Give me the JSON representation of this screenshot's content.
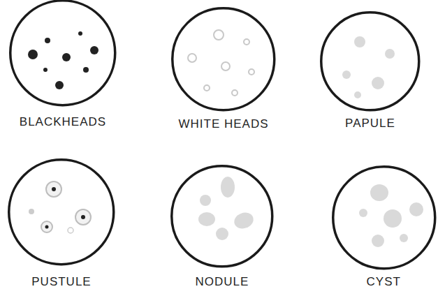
{
  "diagram": {
    "nodes": [
      {
        "text": [
          "BLACKHEADS"
        ]
      },
      {
        "text": [
          "WHITE HEADS"
        ]
      },
      {
        "text": [
          "PAPULE"
        ]
      },
      {
        "text": [
          "PUSTULE"
        ]
      },
      {
        "text": [
          "NODULE"
        ]
      },
      {
        "text": [
          "CYST"
        ]
      }
    ]
  }
}
